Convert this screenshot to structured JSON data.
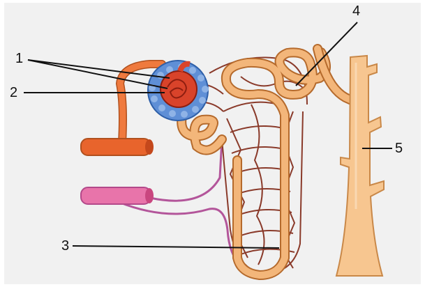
{
  "labels": {
    "l1": "1",
    "l2": "2",
    "l3": "3",
    "l4": "4",
    "l5": "5"
  },
  "colors": {
    "background": "#eeeeee",
    "tubule": "#f0b070",
    "tubule_outline": "#b56a2c",
    "artery": "#e8642c",
    "vein": "#e0609a",
    "capillary": "#8a3a2a",
    "capsule": "#4a7ec8",
    "glomerulus": "#d9432a",
    "collecting_duct": "#f6c08a",
    "leader": "#111111"
  }
}
